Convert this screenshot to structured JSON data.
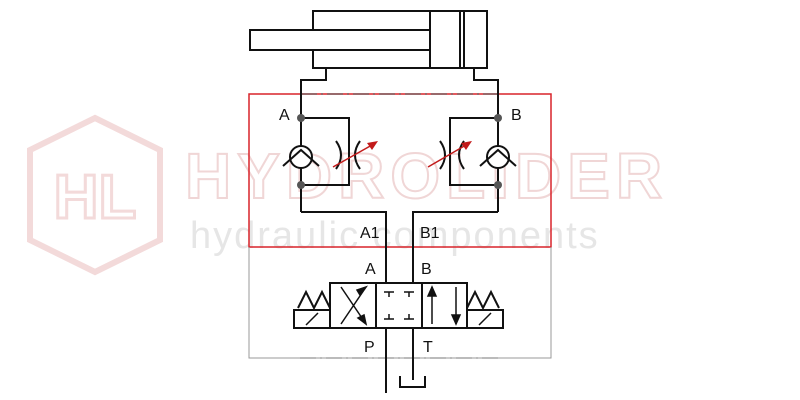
{
  "labels": {
    "cyl_a": "A",
    "cyl_b": "B",
    "a1": "A1",
    "b1": "B1",
    "valve_a": "A",
    "valve_b": "B",
    "p": "P",
    "t": "T"
  },
  "watermark": {
    "logo_letters": "HL",
    "brand": "HYDROLIDER",
    "tagline": "hydraulic components"
  },
  "colors": {
    "line": "#111111",
    "module_border": "#d9232a",
    "watermark": "#f0d6d6"
  }
}
